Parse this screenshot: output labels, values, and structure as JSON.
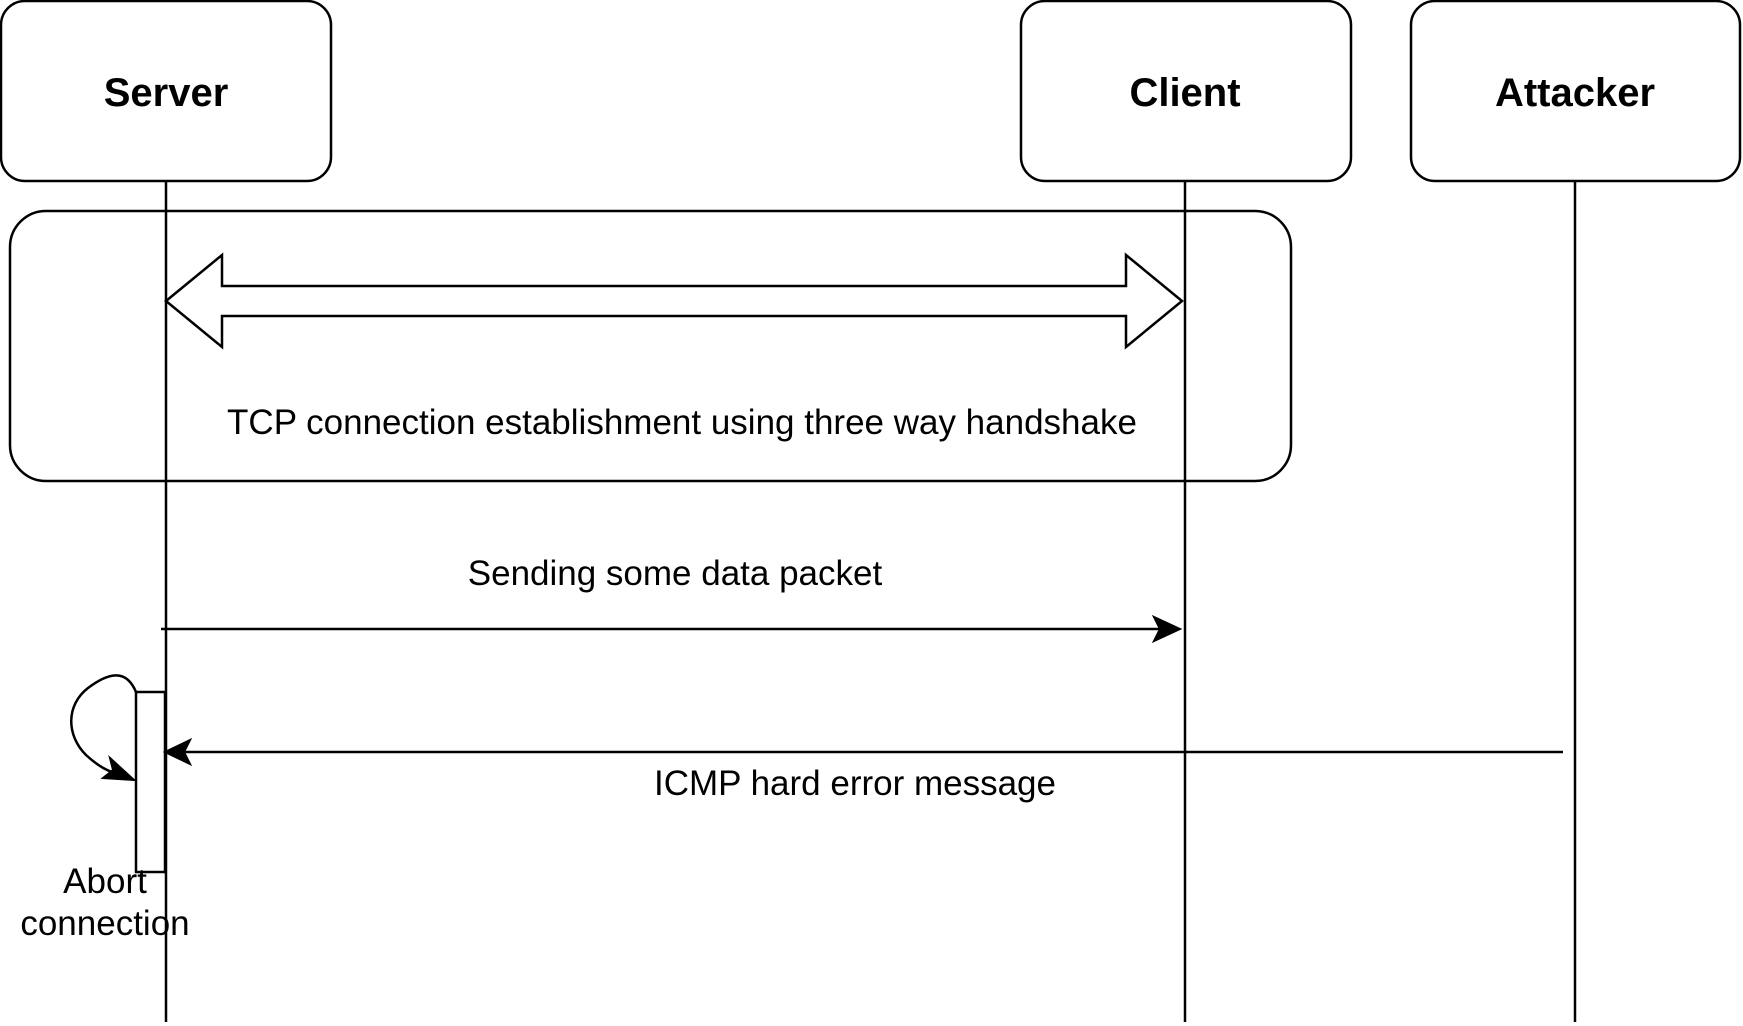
{
  "participants": {
    "server": "Server",
    "client": "Client",
    "attacker": "Attacker"
  },
  "handshake_label": "TCP connection establishment using three way handshake",
  "data_packet_label": "Sending some data packet",
  "icmp_label": "ICMP hard error message",
  "abort_label": {
    "line1": "Abort",
    "line2": "connection"
  }
}
